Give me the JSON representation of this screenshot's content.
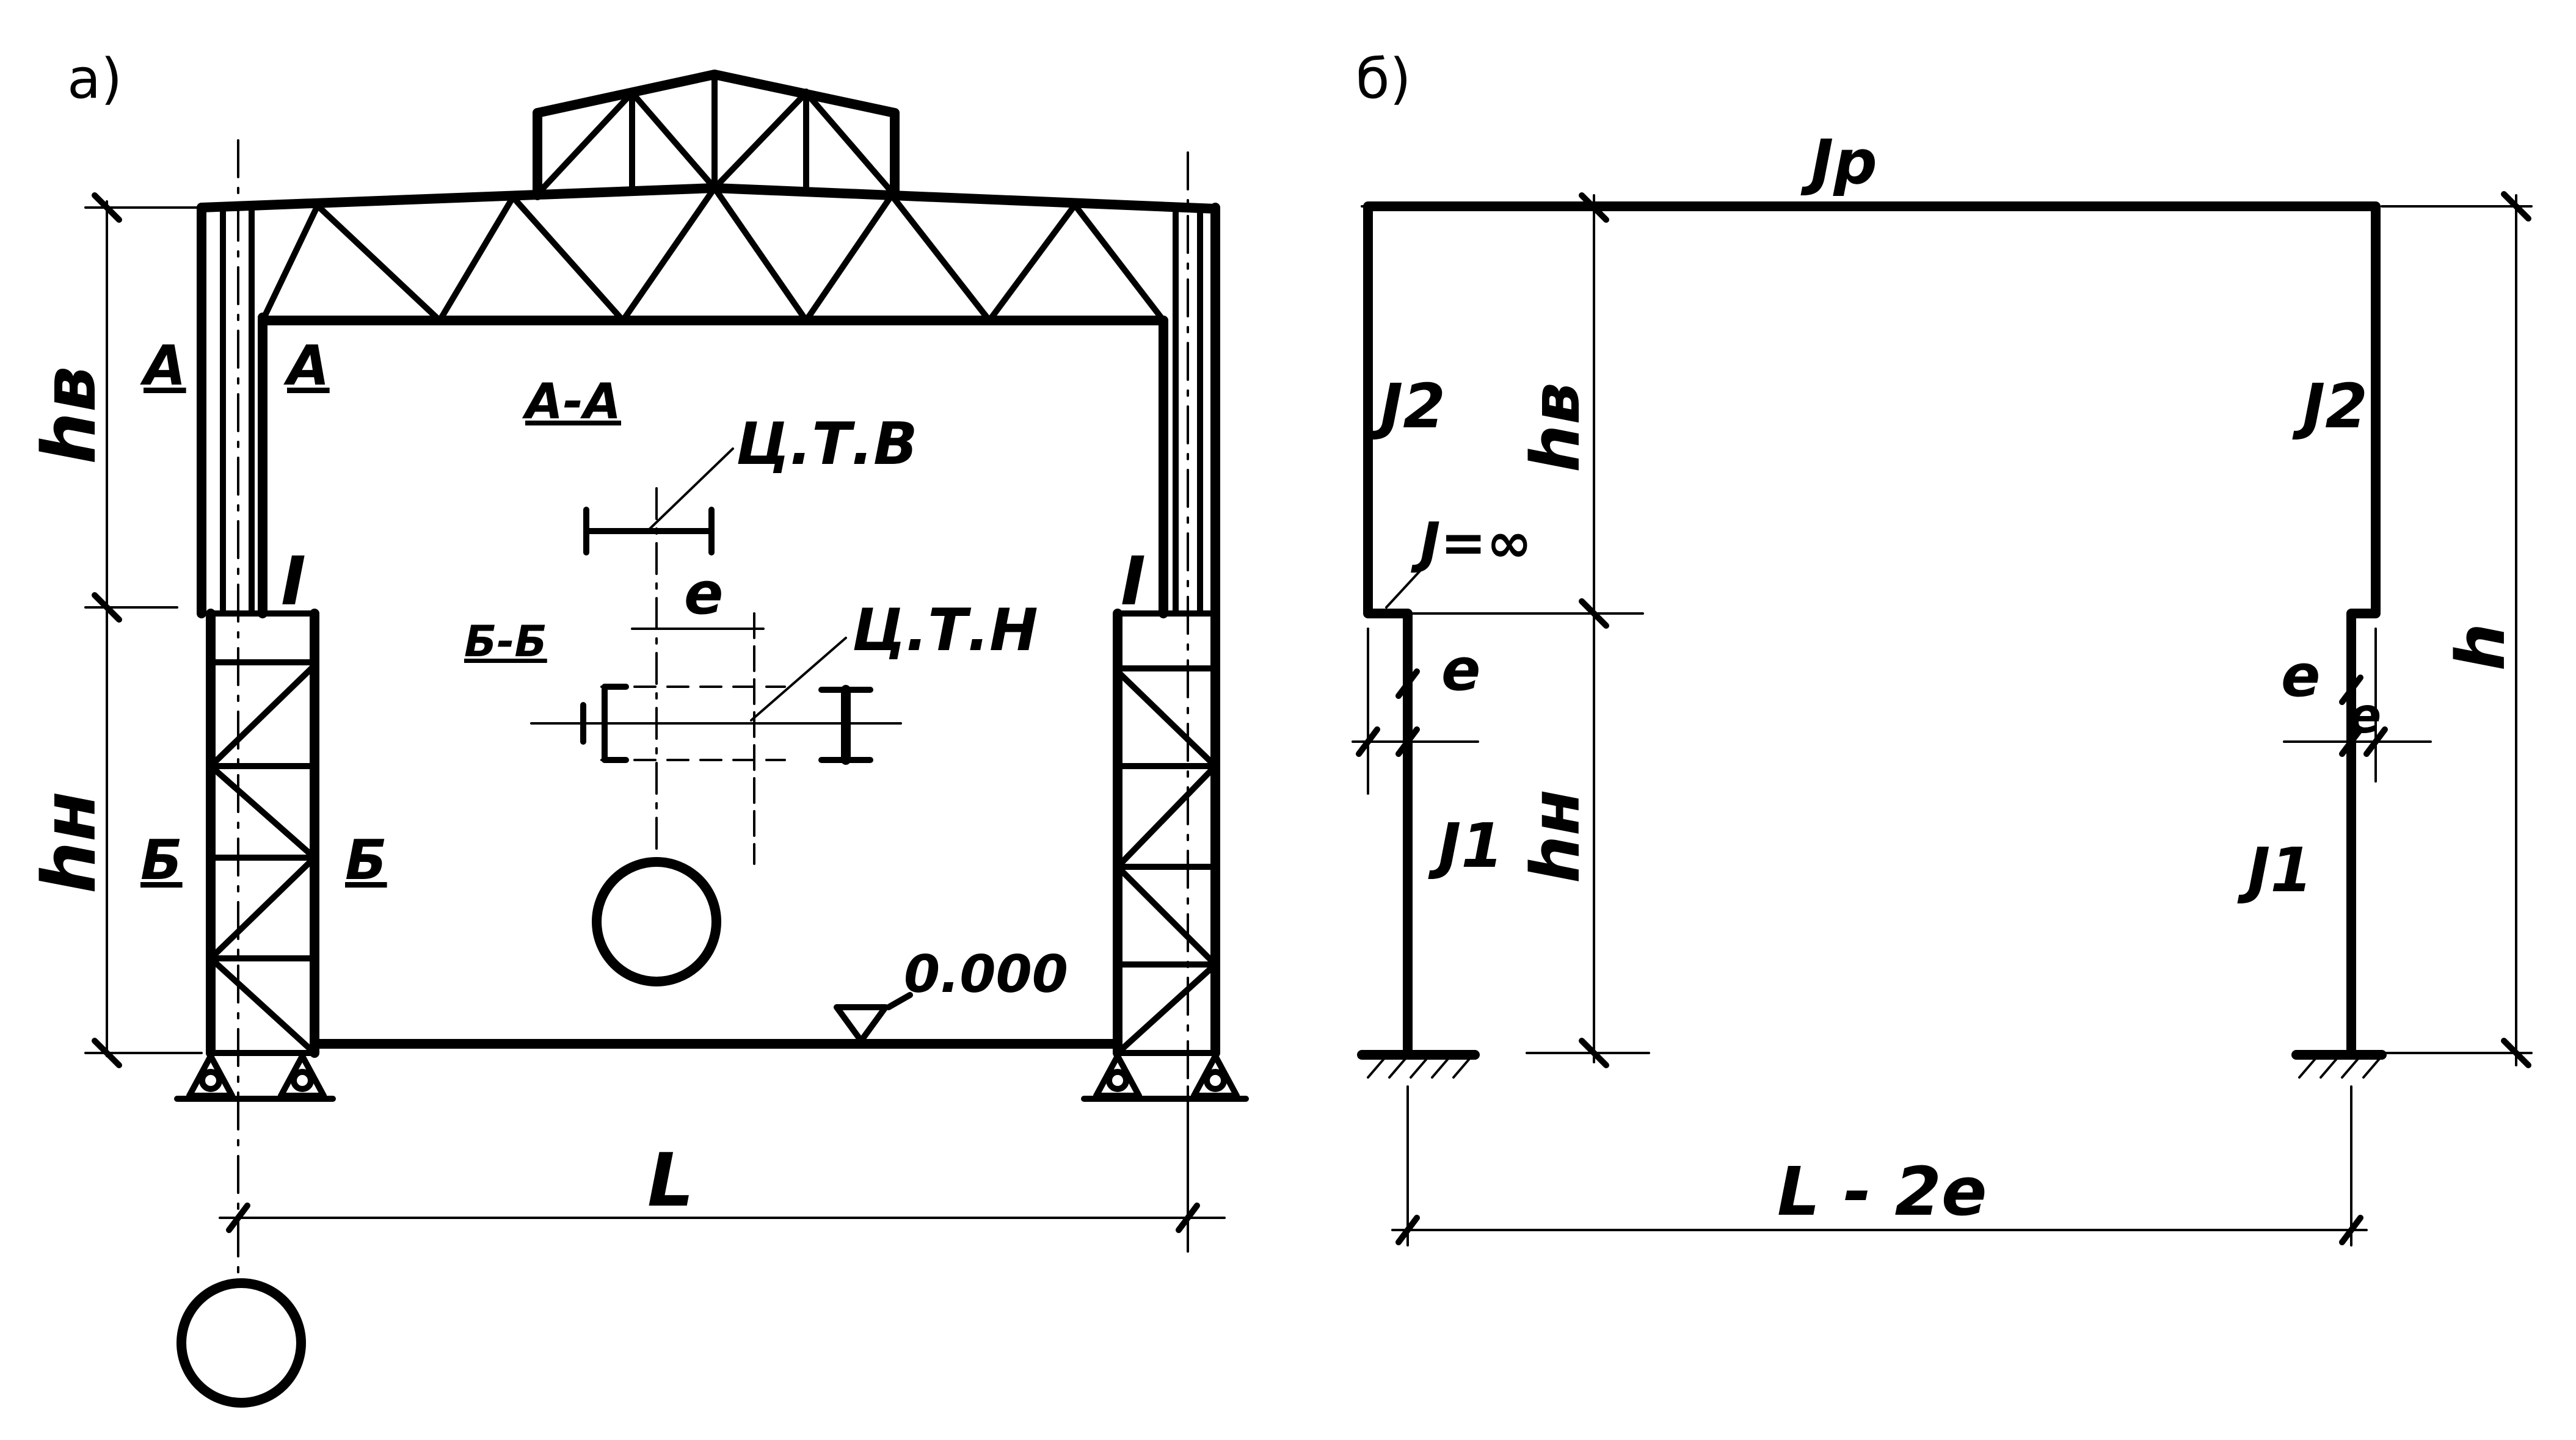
{
  "panels": {
    "a": {
      "label": "а)"
    },
    "b": {
      "label": "б)"
    }
  },
  "labels_a": {
    "h_upper": "hв",
    "h_lower": "hн",
    "section_A_left": "А",
    "section_A_right": "А",
    "section_B_left": "Б",
    "section_B_right": "Б",
    "section_AA": "А-А",
    "section_BB": "Б-Б",
    "ctv": "Ц.Т.В",
    "ctn": "Ц.Т.Н",
    "e": "е",
    "roman_left": "I",
    "roman_right": "I",
    "elevation": "0.000",
    "span": "L"
  },
  "labels_b": {
    "Jp": "Jр",
    "J2_left": "J2",
    "J2_right": "J2",
    "J_inf": "J=∞",
    "e_left": "е",
    "e_right": "е",
    "e_right2": "е",
    "J1_left": "J1",
    "J1_right": "J1",
    "hv": "hв",
    "hn": "hн",
    "h": "h",
    "span": "L - 2е"
  }
}
